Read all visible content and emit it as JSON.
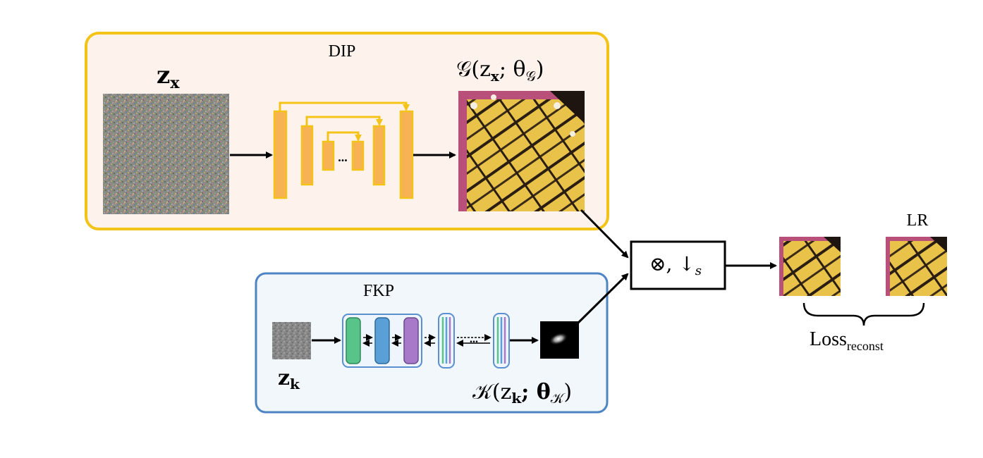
{
  "dip": {
    "title": "DIP",
    "input_label": "z",
    "input_sub": "x",
    "output_label": "𝒢(z",
    "output_sub": "x",
    "output_rest": "; θ",
    "output_rest_sub": "𝒢",
    "output_close": ")",
    "unet_ellipsis": "...",
    "border_color": "#f3c318",
    "fill_color": "#fdf3ec",
    "block_color": "#f7b254"
  },
  "fkp": {
    "title": "FKP",
    "input_label": "z",
    "input_sub": "k",
    "output_label": "𝒦(z",
    "output_sub": "k",
    "output_rest": "; θ",
    "output_rest_sub": "𝒦",
    "output_close": ")",
    "flow_ellipsis": "...",
    "border_color": "#4d84c4",
    "fill_color": "#f1f7fb"
  },
  "operator": {
    "label": "⊗, ↓",
    "sub": "s"
  },
  "lr_label": "LR",
  "loss_label": "Loss",
  "loss_sub": "reconst"
}
